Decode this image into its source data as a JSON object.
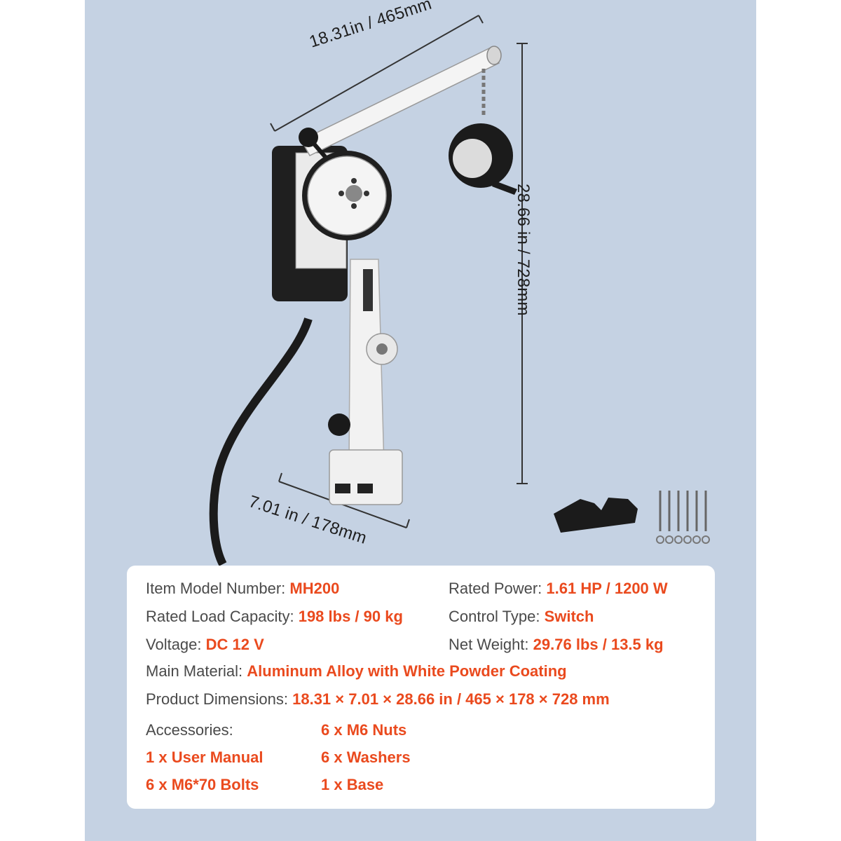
{
  "dimensions": {
    "width": "18.31in / 465mm",
    "height": "28.66 in / 728mm",
    "depth": "7.01 in / 178mm"
  },
  "specs": {
    "model": {
      "label": "Item Model Number:",
      "value": "MH200"
    },
    "power": {
      "label": "Rated Power:",
      "value": "1.61 HP / 1200 W"
    },
    "load": {
      "label": "Rated Load Capacity:",
      "value": "198 lbs / 90 kg"
    },
    "control": {
      "label": "Control Type:",
      "value": "Switch"
    },
    "voltage": {
      "label": "Voltage:",
      "value": "DC 12 V"
    },
    "weight": {
      "label": "Net Weight:",
      "value": "29.76 lbs / 13.5 kg"
    },
    "material": {
      "label": "Main Material:",
      "value": "Aluminum Alloy with White Powder Coating"
    },
    "product_dims": {
      "label": "Product Dimensions:",
      "value": "18.31 × 7.01 × 28.66 in / 465 × 178 × 728 mm"
    }
  },
  "accessories": {
    "label": "Accessories:",
    "items": [
      "6 x M6 Nuts",
      "1 x User Manual",
      "6 x Washers",
      "6 x M6*70 Bolts",
      "1 x Base"
    ]
  },
  "colors": {
    "background": "#c5d2e3",
    "accent": "#ea4a1e",
    "label": "#4a4a4a"
  }
}
